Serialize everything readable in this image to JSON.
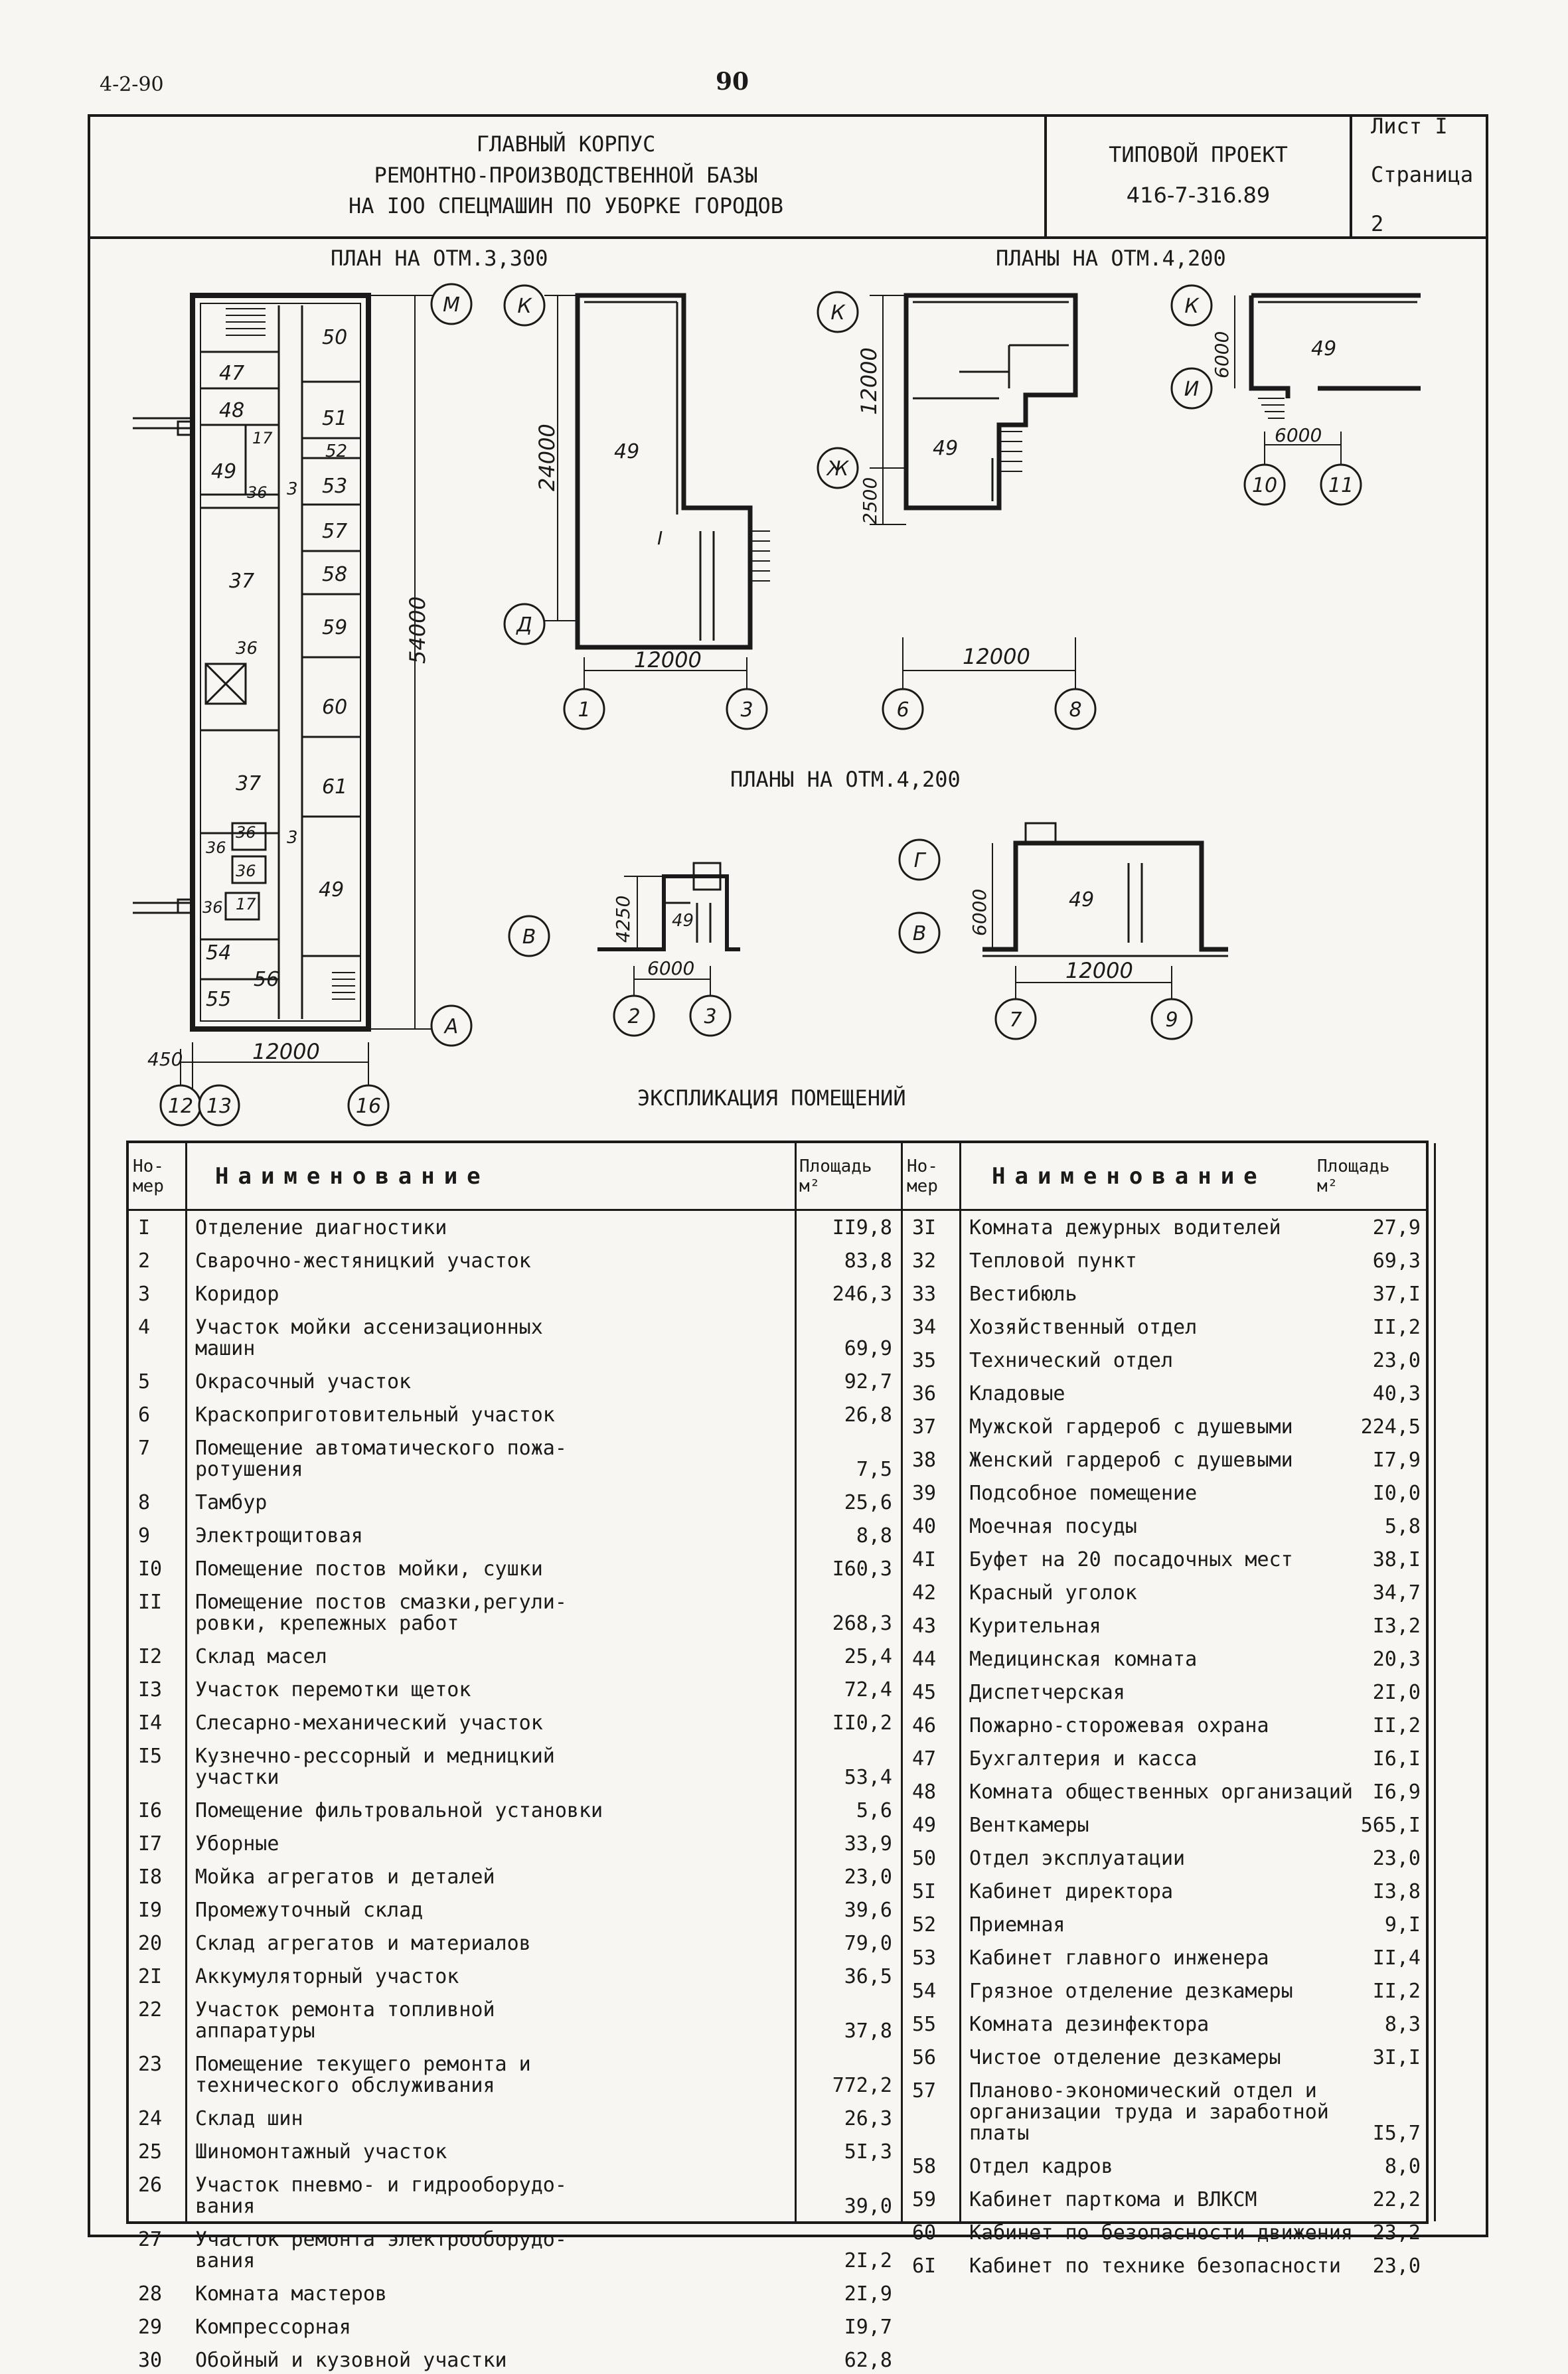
{
  "header": {
    "sheet_id": "4-2-90",
    "page_number": "90",
    "title_lines": [
      "ГЛАВНЫЙ КОРПУС",
      "РЕМОНТНО-ПРОИЗВОДСТВЕННОЙ БАЗЫ",
      "НА IOO СПЕЦМАШИН ПО УБОРКЕ ГОРОДОВ"
    ],
    "project_label": "ТИПОВОЙ ПРОЕКТ",
    "project_code": "416-7-316.89",
    "sheet_label": "Лист I",
    "page_label": "Страница 2"
  },
  "plans": {
    "main_plan_title": "ПЛАН НА ОТМ.3,300",
    "upper_plans_title": "ПЛАНЫ НА ОТМ.4,200",
    "lower_plans_title": "ПЛАНЫ НА ОТМ.4,200",
    "main_plan": {
      "rooms": [
        "50",
        "47",
        "48",
        "51",
        "52",
        "17",
        "49",
        "36",
        "3",
        "53",
        "57",
        "37",
        "58",
        "59",
        "36",
        "60",
        "37",
        "61",
        "36",
        "36",
        "3",
        "36",
        "49",
        "17",
        "54",
        "56",
        "55"
      ],
      "axes": [
        "М",
        "А",
        "12",
        "13",
        "16"
      ],
      "dims": [
        "54000",
        "12000",
        "450"
      ]
    },
    "plan_a": {
      "room_labels": [
        "49",
        "I"
      ],
      "axes": [
        "К",
        "Д",
        "1",
        "3"
      ],
      "dims": [
        "24000",
        "12000"
      ]
    },
    "plan_b": {
      "room_labels": [
        "49"
      ],
      "axes": [
        "К",
        "Ж",
        "6",
        "8"
      ],
      "dims": [
        "12000",
        "2500",
        "12000"
      ]
    },
    "plan_c": {
      "room_labels": [
        "49"
      ],
      "axes": [
        "К",
        "И",
        "10",
        "11"
      ],
      "dims": [
        "6000",
        "6000"
      ]
    },
    "plan_d": {
      "room_labels": [
        "49"
      ],
      "axes": [
        "В",
        "2",
        "3"
      ],
      "dims": [
        "4250",
        "6000"
      ]
    },
    "plan_e": {
      "room_labels": [
        "49"
      ],
      "axes": [
        "Г",
        "В",
        "7",
        "9"
      ],
      "dims": [
        "6000",
        "12000"
      ]
    }
  },
  "explication": {
    "title": "ЭКСПЛИКАЦИЯ ПОМЕЩЕНИЙ",
    "headers": {
      "number": "Но-\nмер",
      "name": "Наименование",
      "area": "Площадь\nм²"
    },
    "left_rows": [
      {
        "n": "I",
        "name": "Отделение диагностики",
        "area": "II9,8"
      },
      {
        "n": "2",
        "name": "Сварочно-жестяницкий участок",
        "area": "83,8"
      },
      {
        "n": "3",
        "name": "Коридор",
        "area": "246,3"
      },
      {
        "n": "4",
        "name": "Участок мойки ассенизационных\nмашин",
        "area": "69,9"
      },
      {
        "n": "5",
        "name": "Окрасочный участок",
        "area": "92,7"
      },
      {
        "n": "6",
        "name": "Краскоприготовительный участок",
        "area": "26,8"
      },
      {
        "n": "7",
        "name": "Помещение автоматического пожа-\nротушения",
        "area": "7,5"
      },
      {
        "n": "8",
        "name": "Тамбур",
        "area": "25,6"
      },
      {
        "n": "9",
        "name": "Электрощитовая",
        "area": "8,8"
      },
      {
        "n": "I0",
        "name": "Помещение постов мойки, сушки",
        "area": "I60,3"
      },
      {
        "n": "II",
        "name": "Помещение постов смазки,регули-\nровки, крепежных работ",
        "area": "268,3"
      },
      {
        "n": "I2",
        "name": "Склад масел",
        "area": "25,4"
      },
      {
        "n": "I3",
        "name": "Участок перемотки щеток",
        "area": "72,4"
      },
      {
        "n": "I4",
        "name": "Слесарно-механический участок",
        "area": "II0,2"
      },
      {
        "n": "I5",
        "name": "Кузнечно-рессорный и медницкий\nучастки",
        "area": "53,4"
      },
      {
        "n": "I6",
        "name": "Помещение фильтровальной установки",
        "area": "5,6"
      },
      {
        "n": "I7",
        "name": "Уборные",
        "area": "33,9"
      },
      {
        "n": "I8",
        "name": "Мойка агрегатов и деталей",
        "area": "23,0"
      },
      {
        "n": "I9",
        "name": "Промежуточный склад",
        "area": "39,6"
      },
      {
        "n": "20",
        "name": "Склад агрегатов и материалов",
        "area": "79,0"
      },
      {
        "n": "2I",
        "name": "Аккумуляторный участок",
        "area": "36,5"
      },
      {
        "n": "22",
        "name": "Участок ремонта топливной\nаппаратуры",
        "area": "37,8"
      },
      {
        "n": "23",
        "name": "Помещение текущего ремонта и\nтехнического обслуживания",
        "area": "772,2"
      },
      {
        "n": "24",
        "name": "Склад шин",
        "area": "26,3"
      },
      {
        "n": "25",
        "name": "Шиномонтажный участок",
        "area": "5I,3"
      },
      {
        "n": "26",
        "name": "Участок пневмо- и гидрооборудо-\nвания",
        "area": "39,0"
      },
      {
        "n": "27",
        "name": "Участок ремонта электрооборудо-\nвания",
        "area": "2I,2"
      },
      {
        "n": "28",
        "name": "Комната мастеров",
        "area": "2I,9"
      },
      {
        "n": "29",
        "name": "Компрессорная",
        "area": "I9,7"
      },
      {
        "n": "30",
        "name": "Обойный и кузовной участки",
        "area": "62,8"
      }
    ],
    "right_rows": [
      {
        "n": "3I",
        "name": "Комната дежурных водителей",
        "area": "27,9"
      },
      {
        "n": "32",
        "name": "Тепловой пункт",
        "area": "69,3"
      },
      {
        "n": "33",
        "name": "Вестибюль",
        "area": "37,I"
      },
      {
        "n": "34",
        "name": "Хозяйственный отдел",
        "area": "II,2"
      },
      {
        "n": "35",
        "name": "Технический отдел",
        "area": "23,0"
      },
      {
        "n": "36",
        "name": "Кладовые",
        "area": "40,3"
      },
      {
        "n": "37",
        "name": "Мужской гардероб с душевыми",
        "area": "224,5"
      },
      {
        "n": "38",
        "name": "Женский гардероб с душевыми",
        "area": "I7,9"
      },
      {
        "n": "39",
        "name": "Подсобное помещение",
        "area": "I0,0"
      },
      {
        "n": "40",
        "name": "Моечная посуды",
        "area": "5,8"
      },
      {
        "n": "4I",
        "name": "Буфет на 20 посадочных мест",
        "area": "38,I"
      },
      {
        "n": "42",
        "name": "Красный уголок",
        "area": "34,7"
      },
      {
        "n": "43",
        "name": "Курительная",
        "area": "I3,2"
      },
      {
        "n": "44",
        "name": "Медицинская комната",
        "area": "20,3"
      },
      {
        "n": "45",
        "name": "Диспетчерская",
        "area": "2I,0"
      },
      {
        "n": "46",
        "name": "Пожарно-сторожевая охрана",
        "area": "II,2"
      },
      {
        "n": "47",
        "name": "Бухгалтерия и касса",
        "area": "I6,I"
      },
      {
        "n": "48",
        "name": "Комната общественных организаций",
        "area": "I6,9"
      },
      {
        "n": "49",
        "name": "Венткамеры",
        "area": "565,I"
      },
      {
        "n": "50",
        "name": "Отдел эксплуатации",
        "area": "23,0"
      },
      {
        "n": "5I",
        "name": "Кабинет директора",
        "area": "I3,8"
      },
      {
        "n": "52",
        "name": "Приемная",
        "area": "9,I"
      },
      {
        "n": "53",
        "name": "Кабинет главного инженера",
        "area": "II,4"
      },
      {
        "n": "54",
        "name": "Грязное отделение дезкамеры",
        "area": "II,2"
      },
      {
        "n": "55",
        "name": "Комната дезинфектора",
        "area": "8,3"
      },
      {
        "n": "56",
        "name": "Чистое отделение дезкамеры",
        "area": "3I,I"
      },
      {
        "n": "57",
        "name": "Планово-экономический отдел и\nорганизации труда и заработной\nплаты",
        "area": "I5,7"
      },
      {
        "n": "58",
        "name": "Отдел кадров",
        "area": "8,0"
      },
      {
        "n": "59",
        "name": "Кабинет парткома и ВЛКСМ",
        "area": "22,2"
      },
      {
        "n": "60",
        "name": "Кабинет по безопасности движения",
        "area": "23,2"
      },
      {
        "n": "6I",
        "name": "Кабинет по технике безопасности",
        "area": "23,0"
      }
    ]
  }
}
